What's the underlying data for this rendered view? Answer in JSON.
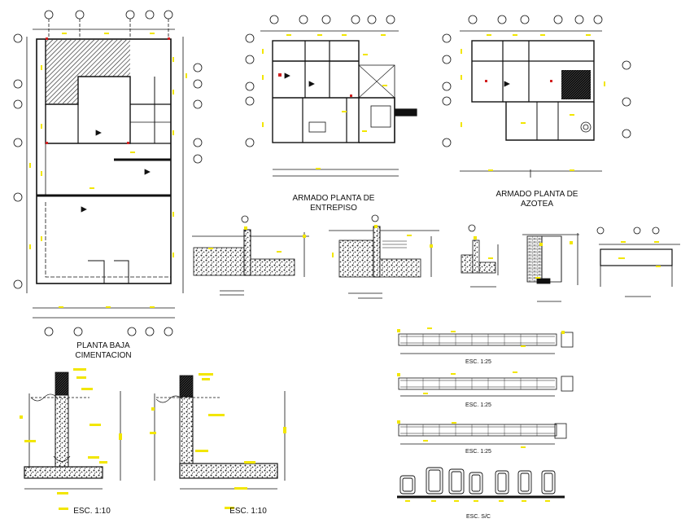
{
  "labels": {
    "planta_baja_line1": "PLANTA BAJA",
    "planta_baja_line2": "CIMENTACION",
    "entrepiso_line1": "ARMADO PLANTA DE",
    "entrepiso_line2": "ENTREPISO",
    "azotea_line1": "ARMADO PLANTA DE",
    "azotea_line2": "AZOTEA",
    "esc_beam_1": "ESC. 1:25",
    "esc_beam_2": "ESC. 1:25",
    "esc_beam_3": "ESC. 1:25",
    "esc_footing_1": "ESC. 1:10",
    "esc_footing_2": "ESC. 1:10",
    "esc_columns": "ESC. S/C"
  },
  "colors": {
    "line": "#111111",
    "annotation": "#f2e600",
    "accent": "#d22020",
    "hatch": "#555555"
  }
}
